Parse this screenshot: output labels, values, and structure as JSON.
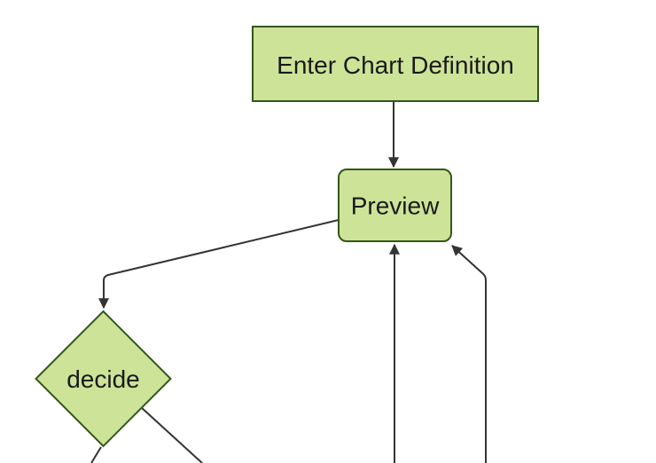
{
  "diagram": {
    "type": "flowchart",
    "direction": "top-down",
    "nodes": [
      {
        "id": "enter-chart-definition",
        "label": "Enter Chart Definition",
        "shape": "rectangle"
      },
      {
        "id": "preview",
        "label": "Preview",
        "shape": "rounded-rectangle"
      },
      {
        "id": "decide",
        "label": "decide",
        "shape": "diamond"
      }
    ],
    "edges": [
      {
        "from": "enter-chart-definition",
        "to": "preview",
        "arrow": true
      },
      {
        "from": "preview",
        "to": "decide",
        "arrow": true
      },
      {
        "from": "decide",
        "to": "offscreen-bottom-left",
        "arrow": false
      },
      {
        "from": "decide",
        "to": "offscreen-bottom",
        "arrow": false
      },
      {
        "from": "offscreen-bottom-center",
        "to": "preview",
        "arrow": true
      },
      {
        "from": "offscreen-bottom-right",
        "to": "preview",
        "arrow": true
      }
    ],
    "colors": {
      "node_fill": "#cde498",
      "node_stroke": "#33561b",
      "edge": "#333333",
      "label_text": "#1a1a1a",
      "background": "#ffffff"
    }
  }
}
